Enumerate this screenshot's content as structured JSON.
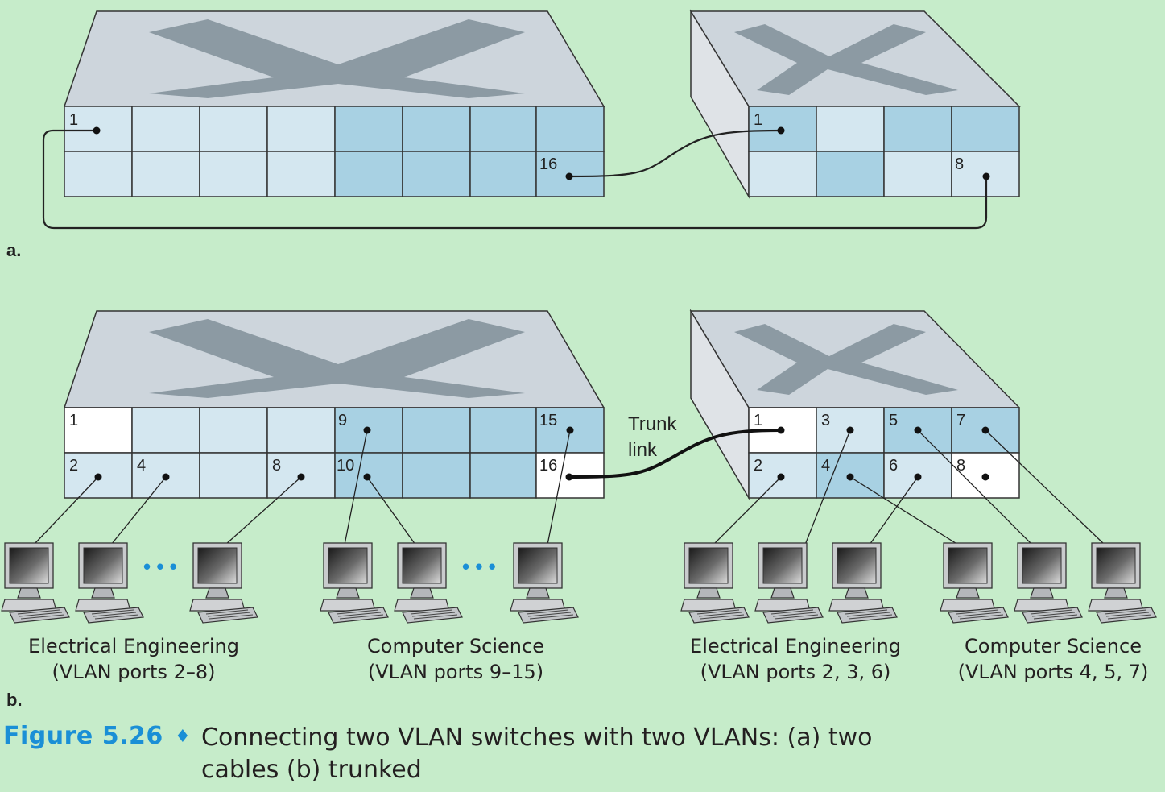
{
  "panels": {
    "a": {
      "label": "a."
    },
    "b": {
      "label": "b.",
      "trunk_label_line1": "Trunk",
      "trunk_label_line2": "link",
      "ellipsis": "• • •"
    }
  },
  "groups": {
    "left_ee": {
      "title": "Electrical Engineering",
      "ports": "(VLAN ports 2–8)"
    },
    "left_cs": {
      "title": "Computer Science",
      "ports": "(VLAN ports 9–15)"
    },
    "right_ee": {
      "title": "Electrical Engineering",
      "ports": "(VLAN ports 2, 3, 6)"
    },
    "right_cs": {
      "title": "Computer Science",
      "ports": "(VLAN ports 4, 5, 7)"
    }
  },
  "port_labels": {
    "a_left": [
      "1",
      "16"
    ],
    "a_right": [
      "1",
      "8"
    ],
    "b_left": [
      "1",
      "9",
      "15",
      "2",
      "4",
      "8",
      "10",
      "16"
    ],
    "b_right": [
      "1",
      "3",
      "5",
      "7",
      "2",
      "4",
      "6",
      "8"
    ]
  },
  "caption": {
    "number": "Figure 5.26",
    "diamond": "♦",
    "text": "Connecting two VLAN switches with two VLANs: (a) two cables (b) trunked"
  },
  "colors": {
    "background": "#c6ecca",
    "vlan_ee": "#d4e7f0",
    "vlan_cs": "#a8d1e3",
    "unused_port": "#ffffff",
    "switch_top": "#cdd5dc",
    "switch_x": "#8c9aa3",
    "caption_accent": "#1a8fd6"
  }
}
